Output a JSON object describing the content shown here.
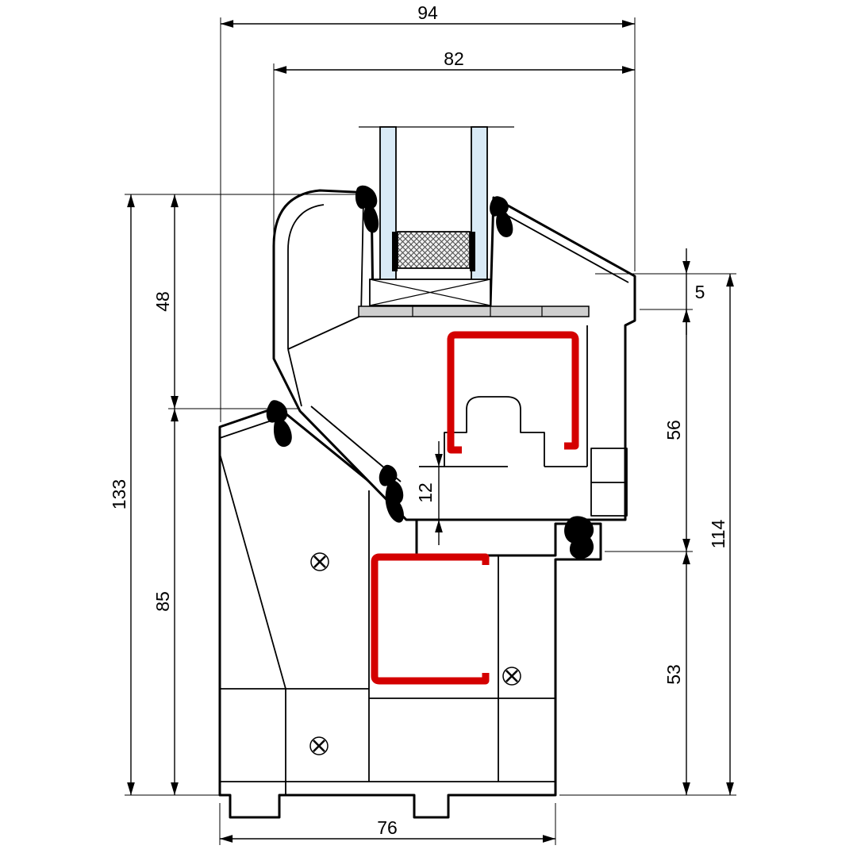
{
  "diagram": {
    "kind": "technical-cross-section",
    "subject": "window-profile-section-with-glazing",
    "colors": {
      "background": "#ffffff",
      "outline": "#000000",
      "steel": "#d40000",
      "glass": "#d9eaf6",
      "bridge": "#cfcfcf"
    },
    "dimensions": {
      "d94": {
        "label": "94",
        "orientation": "horizontal"
      },
      "d82": {
        "label": "82",
        "orientation": "horizontal"
      },
      "d48": {
        "label": "48",
        "orientation": "vertical"
      },
      "d133": {
        "label": "133",
        "orientation": "vertical"
      },
      "d85": {
        "label": "85",
        "orientation": "vertical"
      },
      "d5": {
        "label": "5",
        "orientation": "vertical"
      },
      "d56": {
        "label": "56",
        "orientation": "vertical"
      },
      "d12": {
        "label": "12",
        "orientation": "vertical"
      },
      "d114": {
        "label": "114",
        "orientation": "vertical"
      },
      "d53": {
        "label": "53",
        "orientation": "vertical"
      },
      "d76": {
        "label": "76",
        "orientation": "horizontal"
      }
    }
  }
}
